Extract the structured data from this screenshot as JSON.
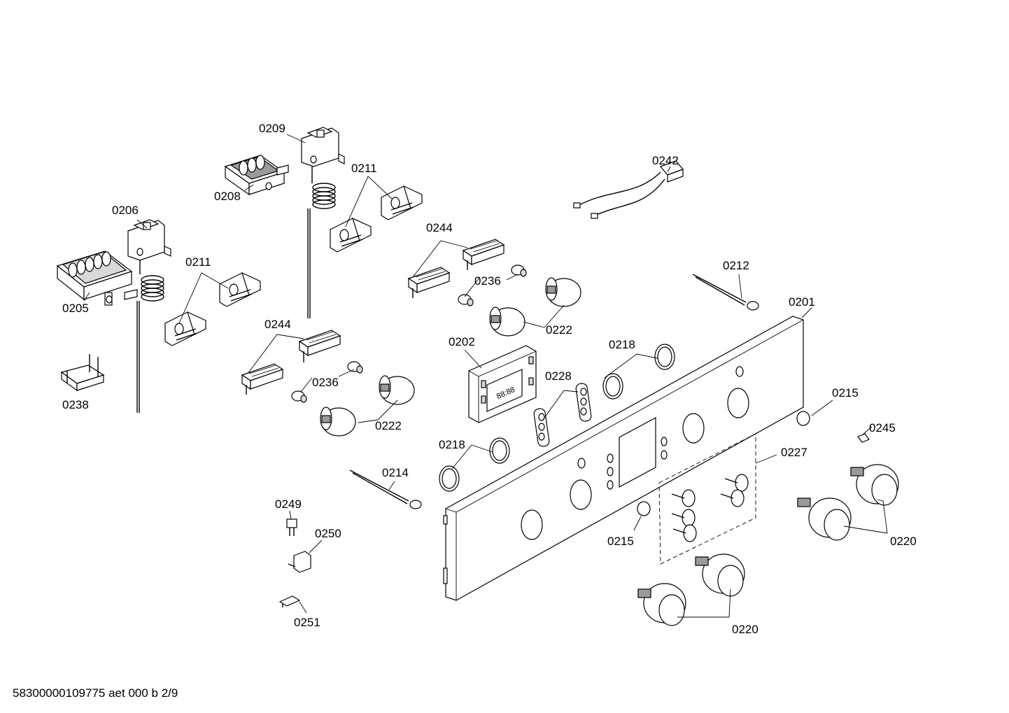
{
  "labels": {
    "p0201": "0201",
    "p0202": "0202",
    "p0205": "0205",
    "p0206": "0206",
    "p0208": "0208",
    "p0209": "0209",
    "p0211a": "0211",
    "p0211b": "0211",
    "p0212": "0212",
    "p0214": "0214",
    "p0215a": "0215",
    "p0215b": "0215",
    "p0218a": "0218",
    "p0218b": "0218",
    "p0220a": "0220",
    "p0220b": "0220",
    "p0222a": "0222",
    "p0222b": "0222",
    "p0227": "0227",
    "p0228": "0228",
    "p0236a": "0236",
    "p0236b": "0236",
    "p0238": "0238",
    "p0242": "0242",
    "p0244a": "0244",
    "p0244b": "0244",
    "p0245": "0245",
    "p0249": "0249",
    "p0250": "0250",
    "p0251": "0251"
  },
  "display": {
    "digits": "88:88"
  },
  "footer": {
    "doc_id": "58300000109775 aet 000 b 2/9"
  }
}
